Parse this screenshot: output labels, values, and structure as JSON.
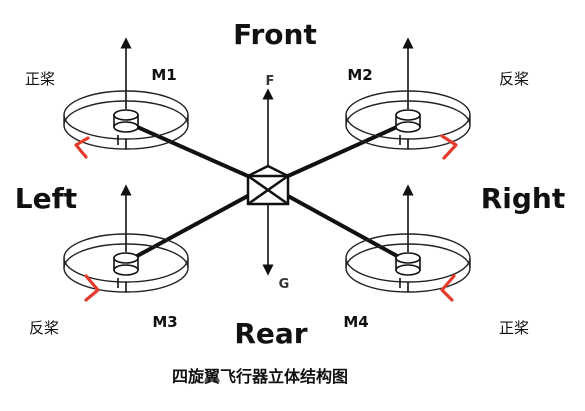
{
  "labels": {
    "front": "Front",
    "rear": "Rear",
    "left": "Left",
    "right": "Right",
    "force_up": "F",
    "force_down": "G",
    "caption": "四旋翼飞行器立体结构图"
  },
  "motors": [
    {
      "id": "M1",
      "rotation_label": "正桨"
    },
    {
      "id": "M2",
      "rotation_label": "反桨"
    },
    {
      "id": "M3",
      "rotation_label": "反桨"
    },
    {
      "id": "M4",
      "rotation_label": "正桨"
    }
  ],
  "colors": {
    "rotation_arrow": "#e53b2c",
    "line": "#111111"
  }
}
